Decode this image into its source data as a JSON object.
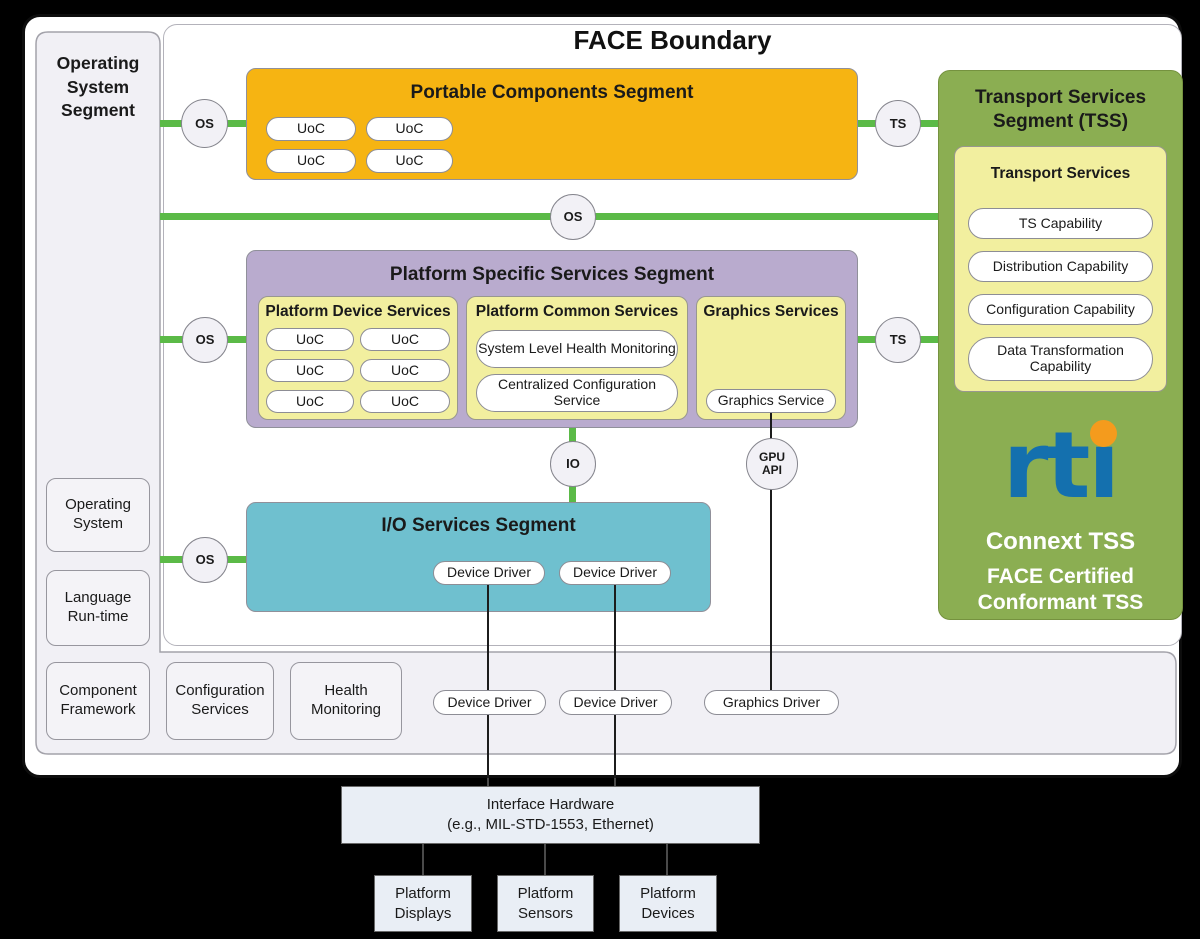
{
  "face_boundary_label": "FACE Boundary",
  "colors": {
    "portable_orange": "#F6B412",
    "platform_purple": "#B9ABCE",
    "inner_yellow": "#F2EF9F",
    "io_teal": "#6FC0CF",
    "tss_green": "#8BAE52",
    "connector_green": "#5BBA47",
    "rti_blue": "#1470AE",
    "rti_dot_orange": "#F49B1D"
  },
  "os_segment": {
    "title": "Operating System Segment",
    "boxes": [
      "Operating System",
      "Language Run-time",
      "Component Framework"
    ]
  },
  "portable_segment": {
    "title": "Portable Components Segment",
    "uocs": [
      "UoC",
      "UoC",
      "UoC",
      "UoC"
    ]
  },
  "platform_segment": {
    "title": "Platform Specific Services Segment",
    "device_services": {
      "title": "Platform Device Services",
      "uocs": [
        "UoC",
        "UoC",
        "UoC",
        "UoC",
        "UoC",
        "UoC"
      ]
    },
    "common_services": {
      "title": "Platform Common Services",
      "pills": [
        "System Level Health Monitoring",
        "Centralized Configuration Service"
      ]
    },
    "graphics_services": {
      "title": "Graphics Services",
      "pill": "Graphics Service"
    }
  },
  "io_segment": {
    "title": "I/O Services Segment",
    "pills": [
      "Device Driver",
      "Device Driver"
    ]
  },
  "tss_segment": {
    "title": "Transport Services Segment (TSS)",
    "transport_services": {
      "title": "Transport Services",
      "capabilities": [
        "TS Capability",
        "Distribution Capability",
        "Configuration Capability",
        "Data Transformation Capability"
      ]
    },
    "logo_rt": "rt",
    "logo_i": "ı",
    "product": "Connext TSS",
    "certification": "FACE Certified Conformant TSS"
  },
  "interface_badges": {
    "os": "OS",
    "ts": "TS",
    "io": "IO",
    "gpu": "GPU API"
  },
  "bottom_strip": {
    "boxes": [
      "Configuration Services",
      "Health Monitoring"
    ],
    "pills": [
      "Device Driver",
      "Device Driver",
      "Graphics Driver"
    ]
  },
  "hardware": {
    "interface_hardware": {
      "line1": "Interface Hardware",
      "line2": "(e.g., MIL-STD-1553, Ethernet)"
    },
    "platforms": [
      "Platform Displays",
      "Platform Sensors",
      "Platform Devices"
    ]
  }
}
